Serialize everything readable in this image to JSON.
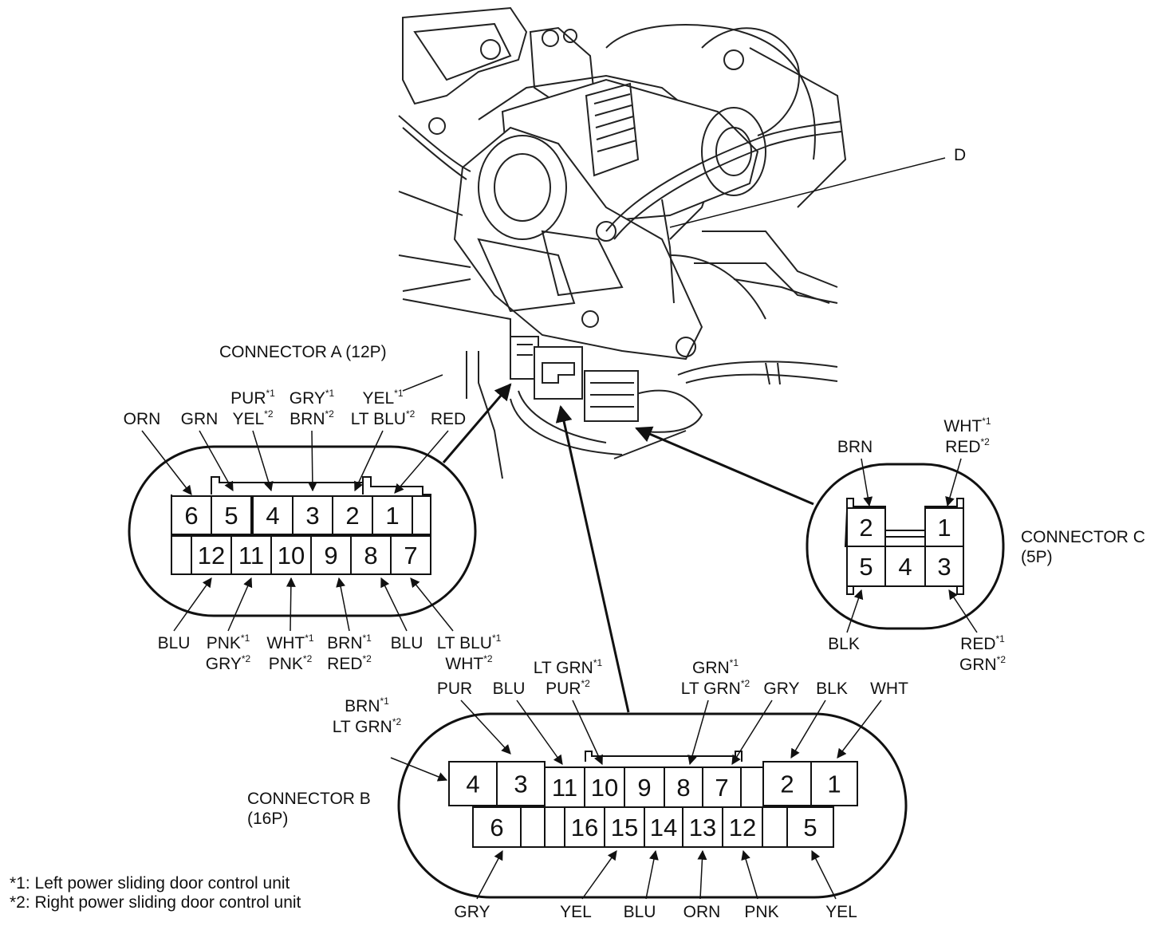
{
  "callout_d": "D",
  "connectors": {
    "a": {
      "title": "CONNECTOR A (12P)",
      "top_row": [
        "6",
        "5",
        "4",
        "3",
        "2",
        "1"
      ],
      "bottom_row": [
        "12",
        "11",
        "10",
        "9",
        "8",
        "7"
      ],
      "top_wires": [
        {
          "text": "ORN"
        },
        {
          "text": "GRN"
        },
        {
          "lines": [
            {
              "text": "PUR",
              "sup": "*1"
            },
            {
              "text": "YEL",
              "sup": "*2"
            }
          ]
        },
        {
          "lines": [
            {
              "text": "GRY",
              "sup": "*1"
            },
            {
              "text": "BRN",
              "sup": "*2"
            }
          ]
        },
        {
          "lines": [
            {
              "text": "YEL",
              "sup": "*1"
            },
            {
              "text": "LT BLU",
              "sup": "*2"
            }
          ]
        },
        {
          "text": "RED"
        }
      ],
      "bottom_wires": [
        {
          "text": "BLU"
        },
        {
          "lines": [
            {
              "text": "PNK",
              "sup": "*1"
            },
            {
              "text": "GRY",
              "sup": "*2"
            }
          ]
        },
        {
          "lines": [
            {
              "text": "WHT",
              "sup": "*1"
            },
            {
              "text": "PNK",
              "sup": "*2"
            }
          ]
        },
        {
          "lines": [
            {
              "text": "BRN",
              "sup": "*1"
            },
            {
              "text": "RED",
              "sup": "*2"
            }
          ]
        },
        {
          "text": "BLU"
        },
        {
          "lines": [
            {
              "text": "LT BLU",
              "sup": "*1"
            },
            {
              "text": "WHT",
              "sup": "*2"
            }
          ]
        }
      ]
    },
    "b": {
      "title_line1": "CONNECTOR B",
      "title_line2": "(16P)",
      "top_row": [
        "4",
        "3",
        "11",
        "10",
        "9",
        "8",
        "7",
        "2",
        "1"
      ],
      "bottom_row": [
        "6",
        "16",
        "15",
        "14",
        "13",
        "12",
        "5"
      ],
      "top_wires": [
        {
          "lines": [
            {
              "text": "BRN",
              "sup": "*1"
            },
            {
              "text": "LT GRN",
              "sup": "*2"
            }
          ]
        },
        {
          "text": "PUR"
        },
        {
          "text": "BLU"
        },
        {
          "lines": [
            {
              "text": "LT GRN",
              "sup": "*1"
            },
            {
              "text": "PUR",
              "sup": "*2"
            }
          ]
        },
        {
          "lines": [
            {
              "text": "GRN",
              "sup": "*1"
            },
            {
              "text": "LT GRN",
              "sup": "*2"
            }
          ]
        },
        {
          "text": "GRY"
        },
        {
          "text": "BLK"
        },
        {
          "text": "WHT"
        }
      ],
      "bottom_wires": [
        {
          "text": "GRY"
        },
        {
          "text": "YEL"
        },
        {
          "text": "BLU"
        },
        {
          "text": "ORN"
        },
        {
          "text": "PNK"
        },
        {
          "text": "YEL"
        }
      ]
    },
    "c": {
      "title_line1": "CONNECTOR C",
      "title_line2": "(5P)",
      "top_row": [
        "2",
        "1"
      ],
      "bottom_row": [
        "5",
        "4",
        "3"
      ],
      "top_wires": [
        {
          "text": "BRN"
        },
        {
          "lines": [
            {
              "text": "WHT",
              "sup": "*1"
            },
            {
              "text": "RED",
              "sup": "*2"
            }
          ]
        }
      ],
      "bottom_wires": [
        {
          "text": "BLK"
        },
        {
          "lines": [
            {
              "text": "RED",
              "sup": "*1"
            },
            {
              "text": "GRN",
              "sup": "*2"
            }
          ]
        }
      ]
    }
  },
  "footnotes": [
    "*1: Left power sliding door control unit",
    "*2: Right power sliding door control unit"
  ]
}
